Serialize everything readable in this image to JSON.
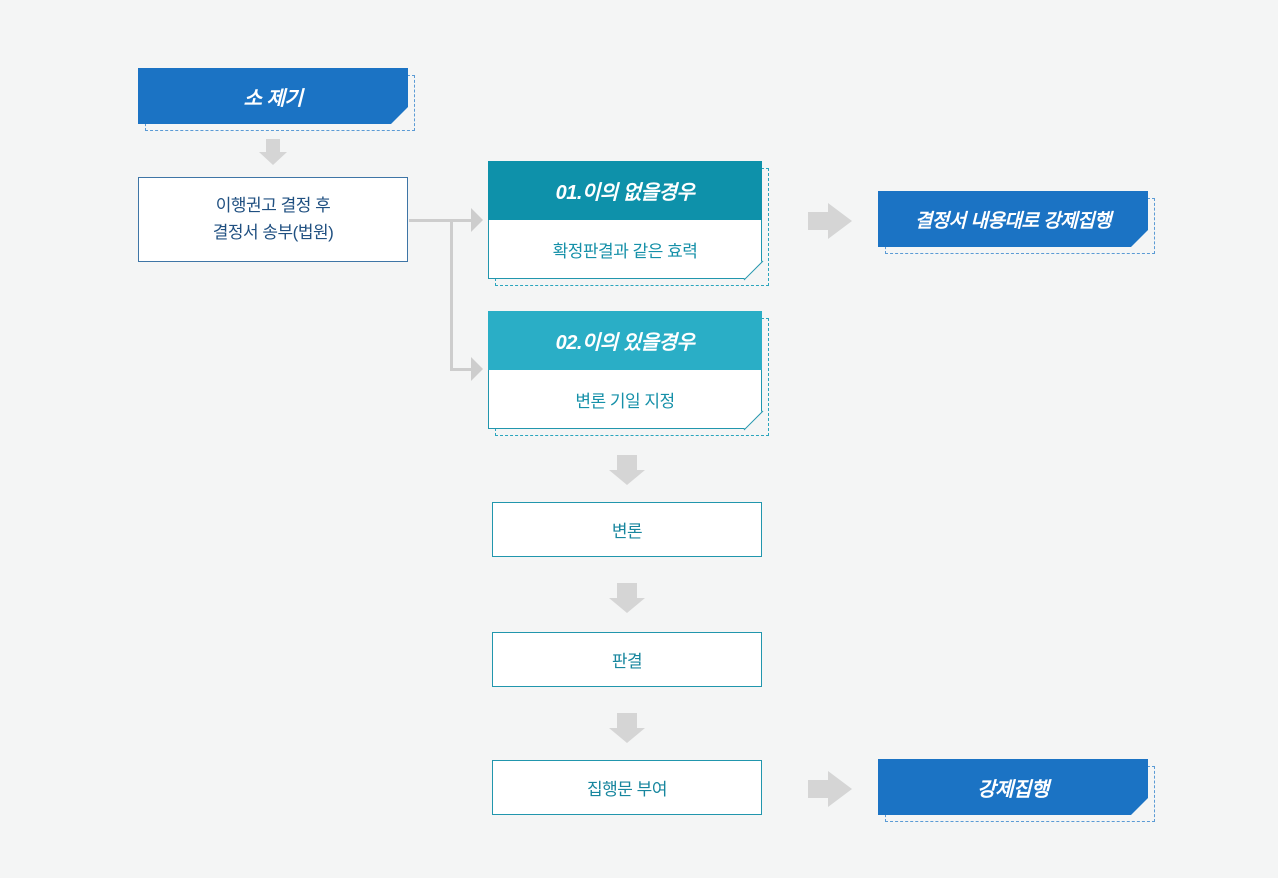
{
  "diagram": {
    "title_box": {
      "label": "소 제기"
    },
    "start_box": {
      "line1": "이행권고 결정 후",
      "line2": "결정서 송부(법원)"
    },
    "case1": {
      "title": "01.이의 없을경우",
      "body": "확정판결과 같은 효력"
    },
    "case1_result": {
      "label": "결정서 내용대로 강제집행"
    },
    "case2": {
      "title": "02.이의 있을경우",
      "body": "변론 기일 지정"
    },
    "steps": [
      {
        "label": "변론"
      },
      {
        "label": "판결"
      },
      {
        "label": "집행문 부여"
      }
    ],
    "final_box": {
      "label": "강제집행"
    }
  },
  "colors": {
    "background": "#f4f5f5",
    "primary_blue": "#1b73c4",
    "dashed_blue": "#5b9bd5",
    "teal_dark": "#0e91aa",
    "teal_light": "#2aaec6",
    "teal_border": "#2196ad",
    "teal_text": "#1590a8",
    "navy_border": "#3e75a6",
    "navy_text": "#205081",
    "arrow_gray": "#d5d5d5",
    "line_gray": "#cdcdcd"
  }
}
